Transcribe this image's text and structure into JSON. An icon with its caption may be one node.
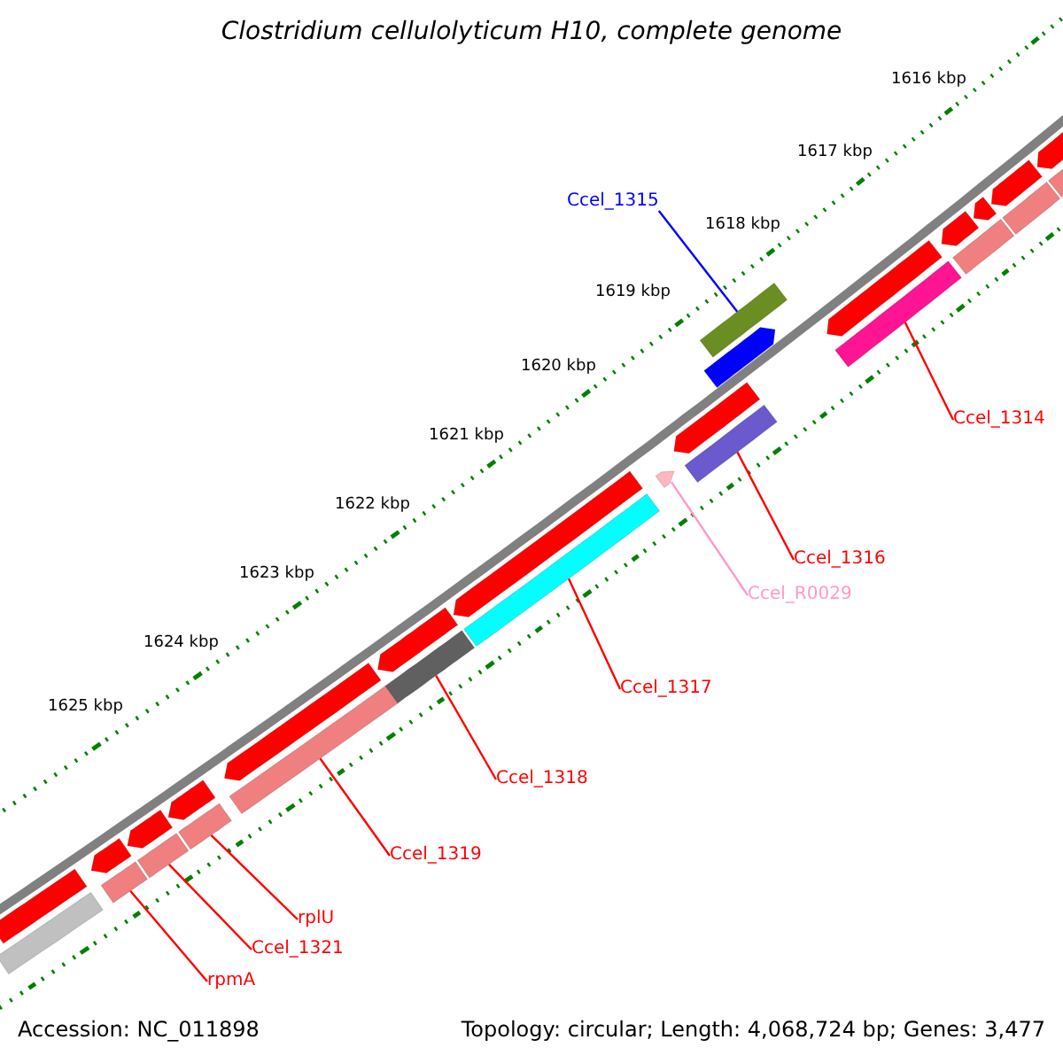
{
  "diagram": {
    "title": "Clostridium cellulolyticum H10, complete genome",
    "nodes": [
      {
        "text": [
          "Ccel_1315"
        ]
      },
      {
        "text": [],
        "shape": "bar"
      },
      {
        "text": [
          "Ccel_1314"
        ]
      },
      {
        "text": [],
        "shape": "bar"
      },
      {
        "text": [
          "Ccel_1316"
        ]
      },
      {
        "text": [],
        "shape": "bar"
      },
      {
        "text": [
          "Ccel_R0029"
        ]
      },
      {
        "text": [],
        "shape": "triangle"
      },
      {
        "text": [
          "Ccel_1317"
        ]
      },
      {
        "text": [],
        "shape": "bar"
      },
      {
        "text": [
          "Ccel_1318"
        ]
      },
      {
        "text": [],
        "shape": "bar"
      },
      {
        "text": [
          "Ccel_1319"
        ]
      },
      {
        "text": [],
        "shape": "bar"
      },
      {
        "text": [
          "rplU"
        ]
      },
      {
        "text": [],
        "shape": "bar"
      },
      {
        "text": [
          "Ccel_1321"
        ]
      },
      {
        "text": [],
        "shape": "bar"
      },
      {
        "text": [
          "rpmA"
        ]
      },
      {
        "text": [],
        "shape": "bar"
      },
      {
        "text": [],
        "shape": "bar"
      },
      {
        "text": [],
        "shape": "bar"
      },
      {
        "text": [],
        "shape": "bar"
      },
      {
        "text": [],
        "shape": "bar"
      },
      {
        "text": [],
        "shape": "bar"
      },
      {
        "text": [],
        "shape": "bar"
      },
      {
        "text": [],
        "shape": "bar"
      },
      {
        "text": [],
        "shape": "bar"
      },
      {
        "text": [],
        "shape": "bar"
      },
      {
        "text": [],
        "shape": "bar"
      },
      {
        "text": [],
        "shape": "bar"
      },
      {
        "text": [],
        "shape": "bar"
      },
      {
        "text": [],
        "shape": "bar"
      },
      {
        "text": [],
        "shape": "bar"
      },
      {
        "text": [],
        "shape": "bar"
      },
      {
        "text": [],
        "shape": "bar"
      },
      {
        "text": [],
        "shape": "bar"
      },
      {
        "text": [],
        "shape": "bar"
      }
    ],
    "edges": [
      {
        "from": 0,
        "to": 1,
        "arrow": "none",
        "color": "#0000ff"
      },
      {
        "from": 2,
        "to": 3,
        "arrow": "none"
      },
      {
        "from": 4,
        "to": 5,
        "arrow": "none"
      },
      {
        "from": 6,
        "to": 7,
        "arrow": "none",
        "color": "#ff99cc"
      },
      {
        "from": 8,
        "to": 9,
        "arrow": "none"
      },
      {
        "from": 10,
        "to": 11,
        "arrow": "none"
      },
      {
        "from": 12,
        "to": 13,
        "arrow": "none"
      },
      {
        "from": 14,
        "to": 15,
        "arrow": "none"
      },
      {
        "from": 16,
        "to": 17,
        "arrow": "none"
      },
      {
        "from": 18,
        "to": 19,
        "arrow": "none"
      }
    ],
    "labels": [
      "1616 kbp",
      "1617 kbp",
      "1618 kbp",
      "1619 kbp",
      "1620 kbp",
      "1621 kbp",
      "1622 kbp",
      "1623 kbp",
      "1624 kbp",
      "1625 kbp",
      "Accession: NC_011898",
      "Topology: circular; Length: 4,068,724 bp; Genes: 3,477"
    ]
  }
}
